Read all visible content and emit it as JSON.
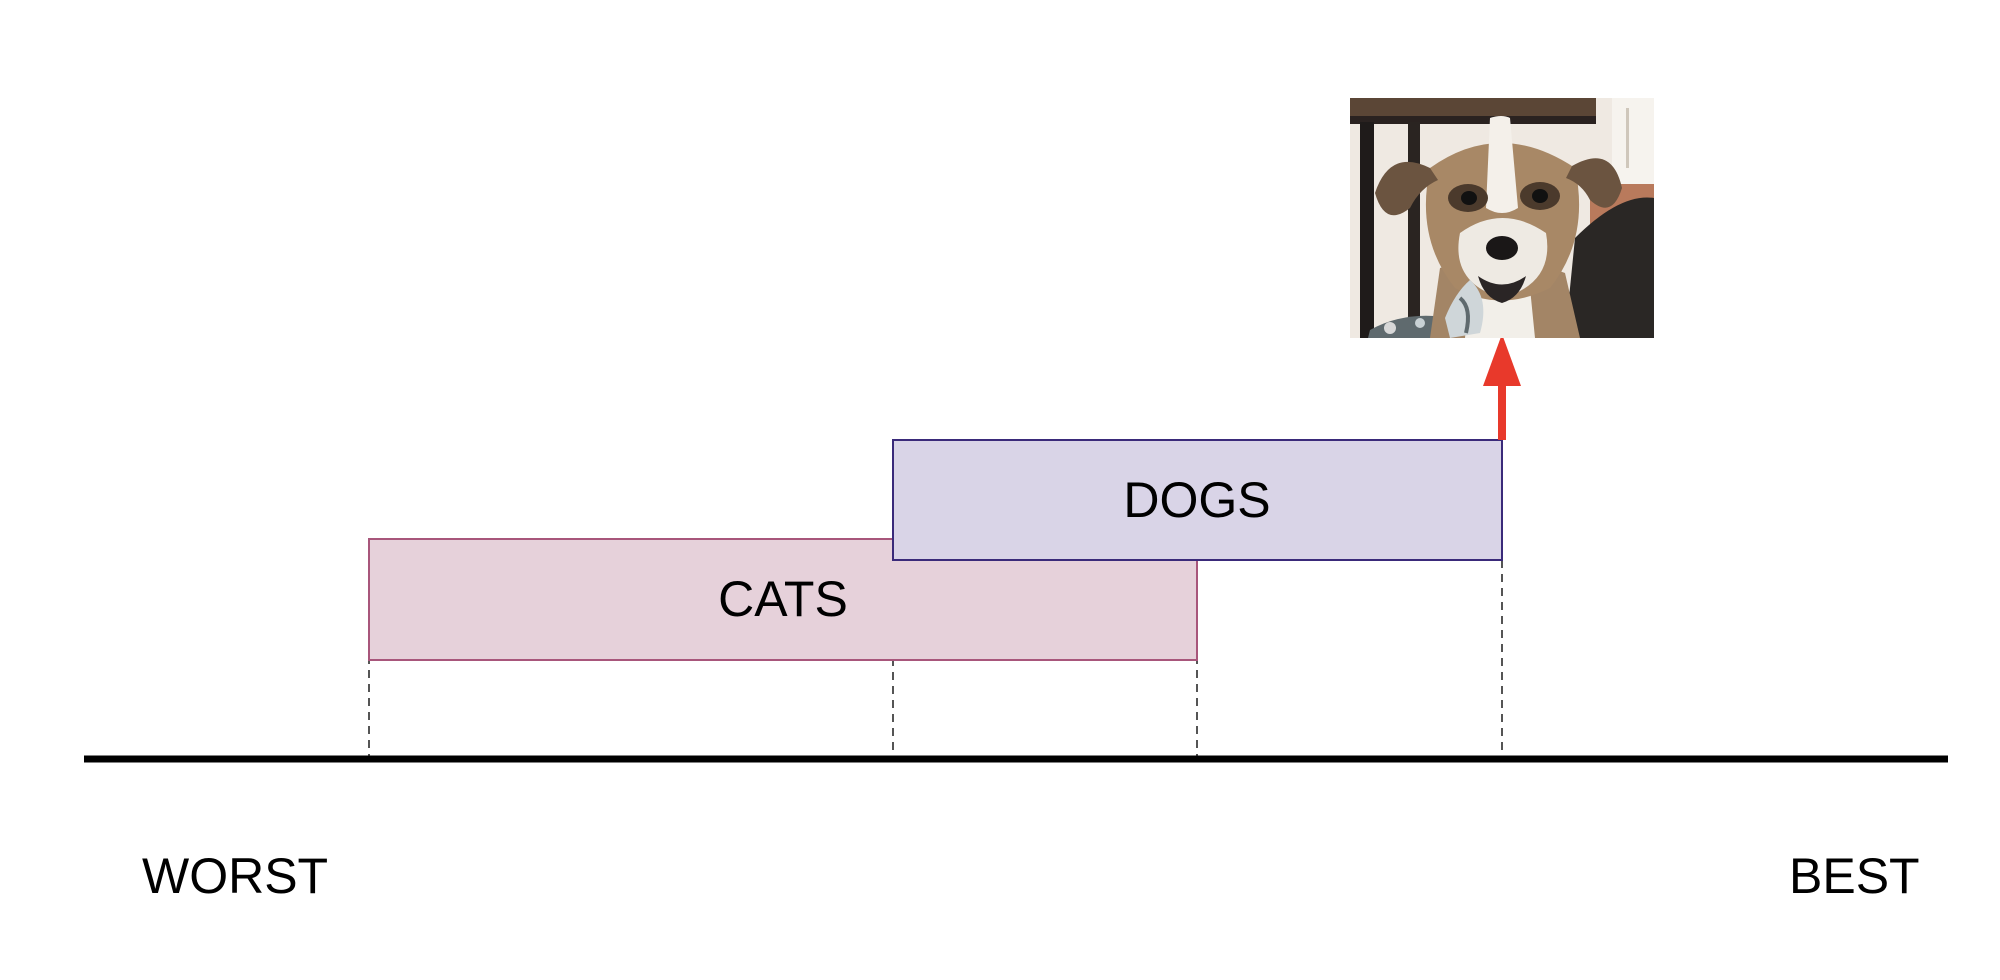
{
  "axis": {
    "left_label": "WORST",
    "right_label": "BEST"
  },
  "ranges": [
    {
      "label": "CATS",
      "start": 0.152,
      "end": 0.598,
      "fill": "#e6d1da",
      "stroke": "#a8567b"
    },
    {
      "label": "DOGS",
      "start": 0.434,
      "end": 0.762,
      "fill": "#d9d4e7",
      "stroke": "#3a2a7a"
    }
  ],
  "arrow": {
    "color": "#e8392b"
  },
  "photo": {
    "icon": "dog-photo"
  }
}
